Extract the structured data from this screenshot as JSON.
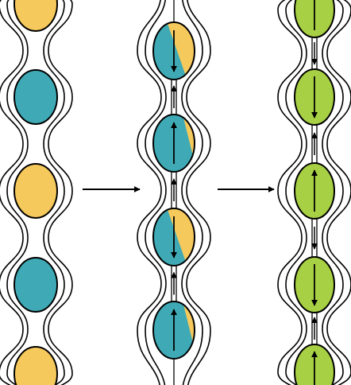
{
  "colors": {
    "yellow": "#F6C95C",
    "teal": "#3FAAB5",
    "green": "#A8D044",
    "stroke": "#000000",
    "background": "#FFFFFF"
  },
  "strands": [
    {
      "name": "strand-1",
      "cells": [
        {
          "fill": "yellow"
        },
        {
          "fill": "teal"
        },
        {
          "fill": "yellow"
        },
        {
          "fill": "teal"
        },
        {
          "fill": "yellow"
        }
      ]
    },
    {
      "name": "strand-2",
      "cells": [
        {
          "fill": "split",
          "split_direction": "down"
        },
        {
          "fill": "split",
          "split_direction": "up"
        },
        {
          "fill": "split",
          "split_direction": "down"
        },
        {
          "fill": "split",
          "split_direction": "up"
        }
      ]
    },
    {
      "name": "strand-3",
      "cells": [
        {
          "fill": "green",
          "arrow": "up"
        },
        {
          "fill": "green",
          "arrow": "down"
        },
        {
          "fill": "green",
          "arrow": "up"
        },
        {
          "fill": "green",
          "arrow": "down"
        },
        {
          "fill": "green",
          "arrow": "up"
        }
      ]
    }
  ],
  "transitions": [
    {
      "name": "transition-arrow-1"
    },
    {
      "name": "transition-arrow-2"
    }
  ]
}
